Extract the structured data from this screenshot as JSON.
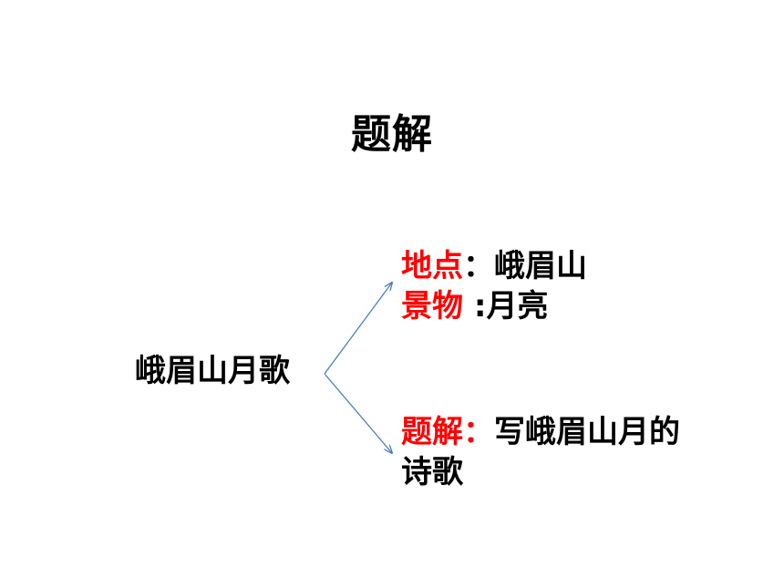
{
  "title": "题解",
  "root_label": "峨眉山月歌",
  "branches": [
    {
      "items": [
        {
          "key": "地点",
          "sep": "：",
          "value": "峨眉山"
        },
        {
          "key": "景物",
          "sep": " :",
          "value": "月亮"
        }
      ]
    },
    {
      "items": [
        {
          "key": "题解",
          "sep": "：",
          "value": "写峨眉山月的诗歌"
        }
      ]
    }
  ],
  "colors": {
    "key_text": "#ff0000",
    "body_text": "#000000",
    "arrow": "#4a7ebb"
  }
}
